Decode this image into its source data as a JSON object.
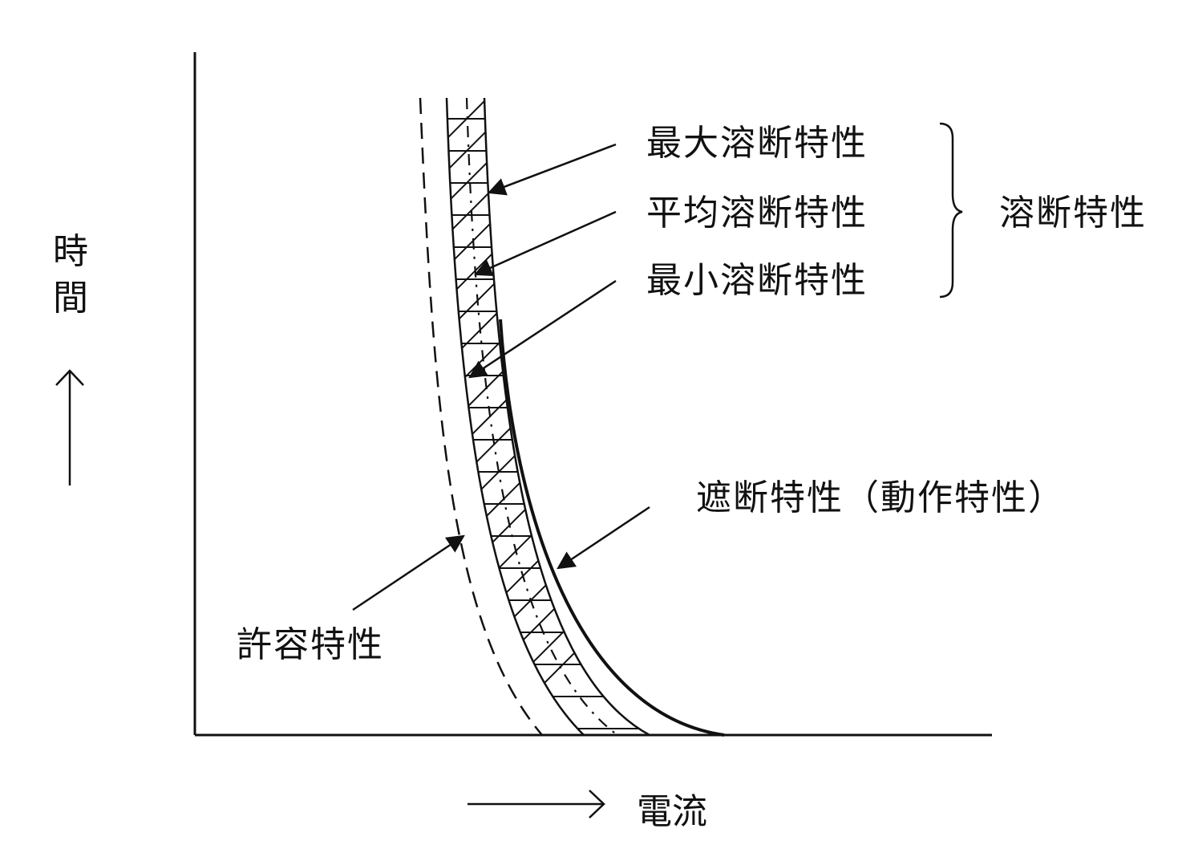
{
  "chart_data": {
    "type": "line",
    "title": "",
    "xlabel": "電流",
    "ylabel": "時間",
    "grid": false,
    "legend": "none",
    "annotations": [
      {
        "text": "最大溶断特性",
        "target": "max-melting-curve"
      },
      {
        "text": "平均溶断特性",
        "target": "avg-melting-curve"
      },
      {
        "text": "最小溶断特性",
        "target": "min-melting-curve"
      },
      {
        "text": "遮断特性（動作特性）",
        "target": "breaking-curve"
      },
      {
        "text": "許容特性",
        "target": "allowable-curve"
      }
    ],
    "group_label": "溶断特性",
    "series": [
      {
        "line_style": "dashed"
      },
      {
        "line_style": "solid",
        "band_edge": "left"
      },
      {
        "line_style": "dash-dot"
      },
      {
        "line_style": "solid",
        "band_edge": "right"
      },
      {
        "line_style": "solid-bold"
      }
    ]
  },
  "colors": {
    "line": "#111111",
    "background": "#ffffff"
  }
}
